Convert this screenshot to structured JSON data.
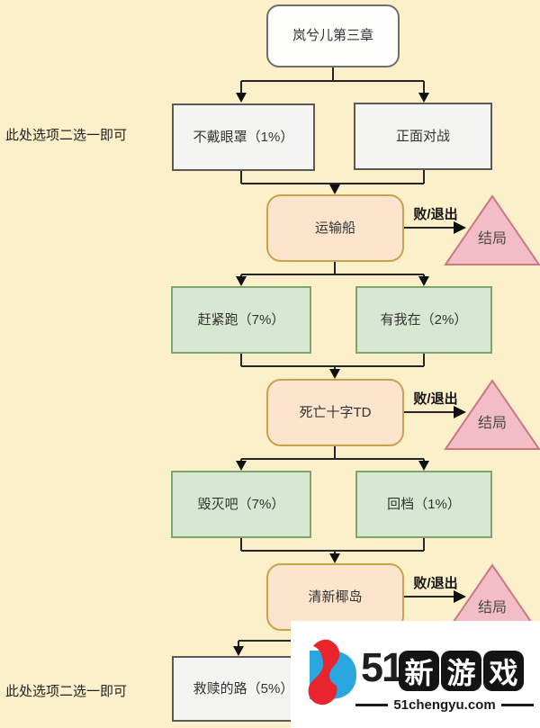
{
  "colors": {
    "background": "#fcf0ca",
    "plain_node_fill": "#f4f4f2",
    "plain_node_border": "#5a5a5a",
    "stage_node_fill": "#fce4cd",
    "stage_node_border": "#c9a24d",
    "choice_node_fill": "#d8e7d1",
    "choice_node_border": "#7ea56f",
    "ending_fill": "#f2bdc6",
    "ending_border": "#c97886",
    "connector": "#262626",
    "logo_blue": "#29a7de",
    "logo_red": "#e8242d"
  },
  "notes": {
    "top": "此处选项二选一即可",
    "bottom": "此处选项二选一即可"
  },
  "nodes": {
    "start": "岚兮儿第三章",
    "opt_no_eyepatch": "不戴眼罩（1%）",
    "opt_frontal_battle": "正面对战",
    "stage_transport_ship": "运输船",
    "opt_run_quick": "赶紧跑（7%）",
    "opt_i_am_here": "有我在（2%）",
    "stage_death_cross_td": "死亡十字TD",
    "opt_destroy": "毁灭吧（7%）",
    "opt_rollback": "回档（1%）",
    "stage_fresh_coconut_island": "清新椰岛",
    "opt_redemption_road": "救赎的路（5%）"
  },
  "edge_labels": [
    "败/退出",
    "败/退出",
    "败/退出"
  ],
  "endings": [
    "结局",
    "结局",
    "结局"
  ],
  "logo": {
    "number": "51",
    "stamps": [
      "新",
      "游",
      "戏"
    ],
    "site": "51chengyu.com"
  }
}
